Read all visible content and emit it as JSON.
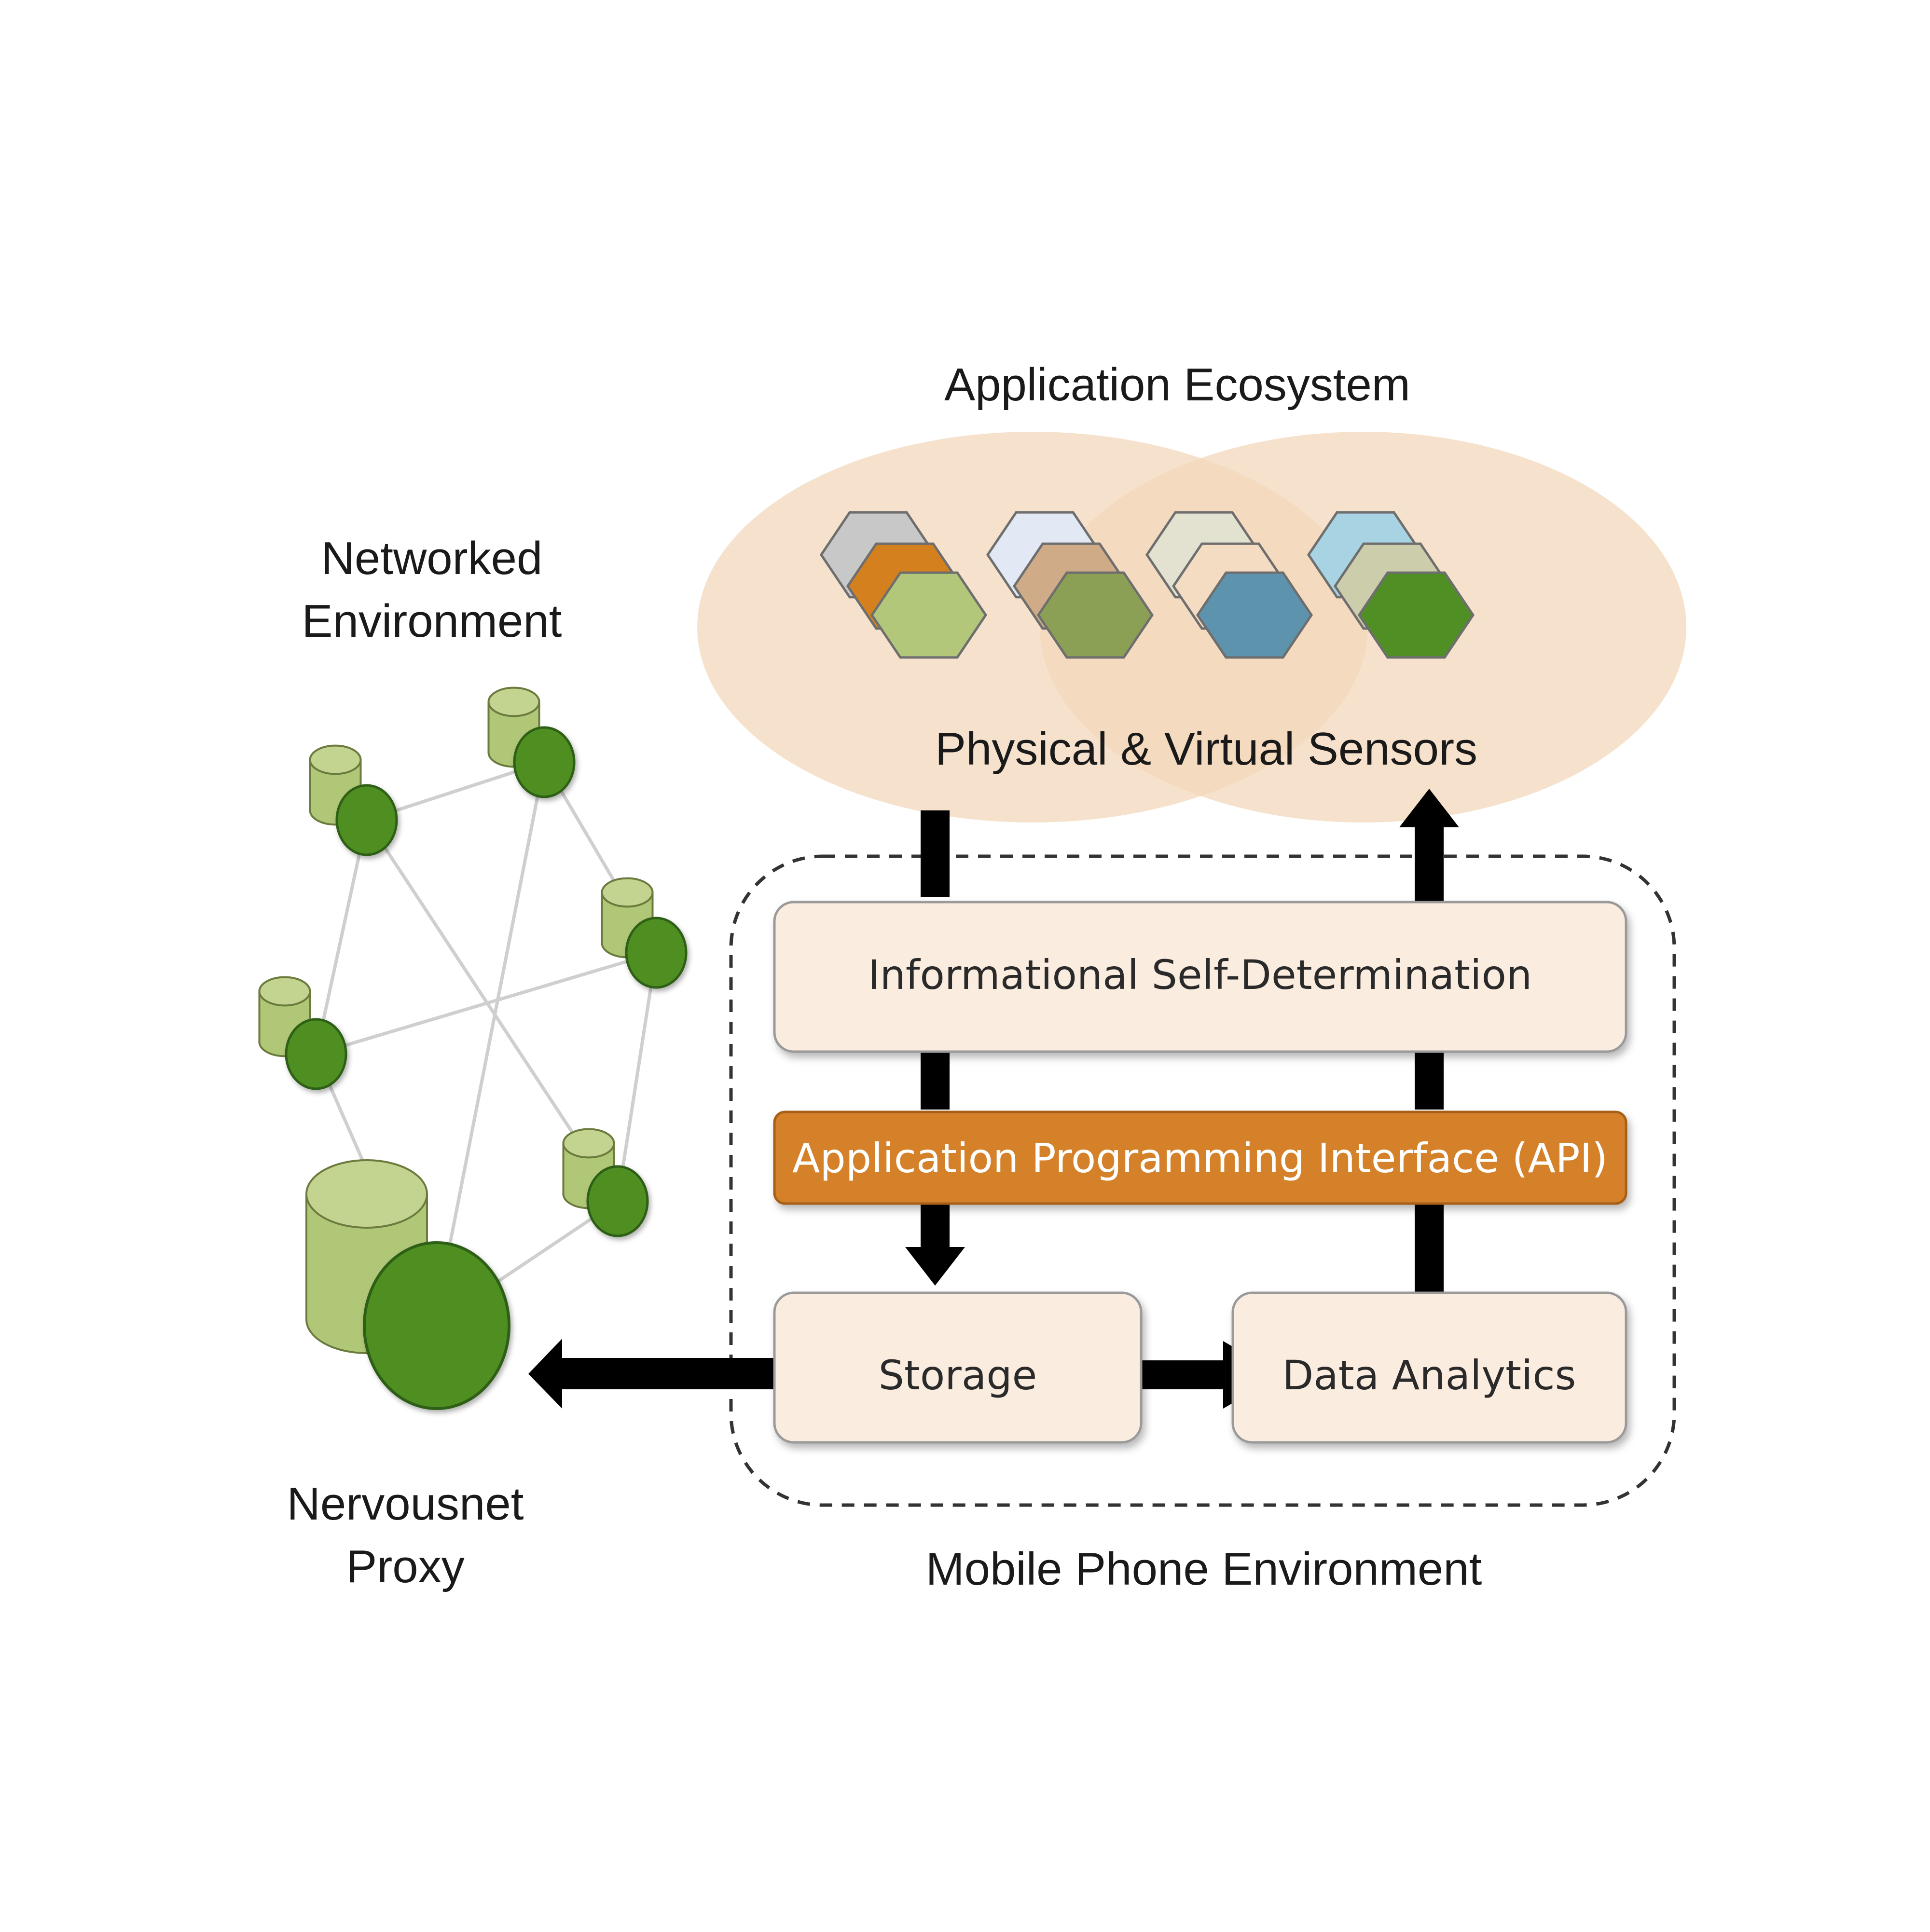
{
  "labels": {
    "application_ecosystem": "Application Ecosystem",
    "physical_virtual_sensors": "Physical & Virtual Sensors",
    "networked_line1": "Networked",
    "networked_line2": "Environment",
    "proxy_line1": "Nervousnet",
    "proxy_line2": "Proxy",
    "mobile_phone_environment": "Mobile Phone Environment"
  },
  "boxes": {
    "self_determination": "Informational Self-Determination",
    "api": "Application Programming Interface (API)",
    "storage": "Storage",
    "data_analytics": "Data Analytics"
  },
  "colors": {
    "ellipse": "#f2d7b8",
    "box_fill": "#fbece0",
    "api_fill": "#d4812a",
    "node_dark": "#4f8f23",
    "node_light": "#b0c777",
    "edge": "#cfcfcf",
    "arrow": "#000000"
  },
  "sensor_groups": [
    {
      "back": "#c8c8c8",
      "middle": "#d5801f",
      "front": "#b2c77a"
    },
    {
      "back": "#e2e8f4",
      "middle": "#cfab87",
      "front": "#8ba055"
    },
    {
      "back": "#e3e1cf",
      "middle": "#f4dcc3",
      "front": "#5e93ad"
    },
    {
      "back": "#a8d3e3",
      "middle": "#cbcdab",
      "front": "#4f8f23"
    }
  ]
}
